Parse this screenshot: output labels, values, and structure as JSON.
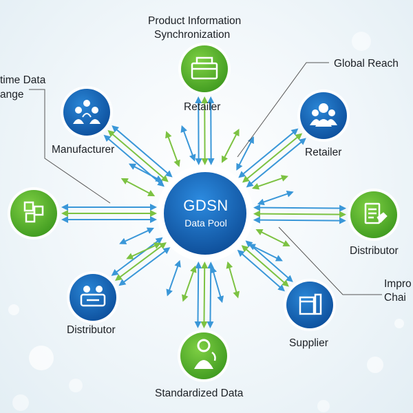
{
  "colors": {
    "blue": "#1466b8",
    "green": "#5bb42e",
    "arrow_blue": "#3a97d8",
    "arrow_green": "#7cc242"
  },
  "center": {
    "title": "GDSN",
    "subtitle": "Data Pool"
  },
  "nodes": [
    {
      "id": "retailer-top",
      "color": "green",
      "icon": "shopping-bag-icon",
      "label": "Retailer"
    },
    {
      "id": "retailer-right",
      "color": "blue",
      "icon": "people-icon",
      "label": "Retailer"
    },
    {
      "id": "distributor-right",
      "color": "green",
      "icon": "document-icon",
      "label": "Distributor"
    },
    {
      "id": "supplier",
      "color": "blue",
      "icon": "boxes-icon",
      "label": "Supplier"
    },
    {
      "id": "standardized",
      "color": "green",
      "icon": "person-icon",
      "label": "Standardized Data"
    },
    {
      "id": "distributor-left",
      "color": "blue",
      "icon": "handshake-icon",
      "label": "Distributor"
    },
    {
      "id": "left-node",
      "color": "green",
      "icon": "grid-icon",
      "label": ""
    },
    {
      "id": "manufacturer",
      "color": "blue",
      "icon": "team-icon",
      "label": "Manufacturer"
    }
  ],
  "callouts": {
    "product_info": [
      "Product Information",
      "Synchronization"
    ],
    "global_reach": "Global Reach",
    "realtime": [
      "time Data",
      "ange"
    ],
    "improve": [
      "Impro",
      "Chai"
    ]
  }
}
